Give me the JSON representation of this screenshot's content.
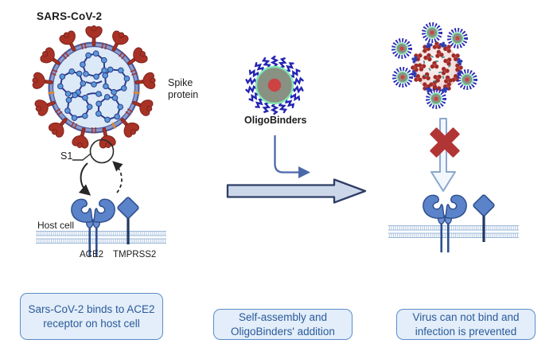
{
  "labels": {
    "virus_title": "SARS-CoV-2",
    "spike_protein": "Spike protein",
    "s1": "S1",
    "host_cell": "Host cell",
    "ace2": "ACE2",
    "tmprss2": "TMPRSS2",
    "oligobinders": "OligoBinders"
  },
  "captions": {
    "step1": "Sars-CoV-2 binds to ACE2 receptor on host cell",
    "step2": "Self-assembly and OligoBinders' addition",
    "step3": "Virus can not bind and infection is prevented"
  },
  "colors": {
    "spike_red": "#a93226",
    "virus_envelope_blue": "#47569b",
    "virus_interior": "#dce9f7",
    "rna_strand": "#2b3a8f",
    "rna_bead": "#5b9bd5",
    "receptor_blue": "#5b83c9",
    "receptor_outline": "#2e4f8e",
    "membrane_tick": "#b6cbe4",
    "oligo_spike_blue": "#2424b2",
    "oligo_core_gray": "#899183",
    "oligo_rim_green": "#82e7b1",
    "oligo_center_red": "#cc4343",
    "block_arrow_fill": "#cdd7ea",
    "block_arrow_border": "#2e3d66",
    "elbow_arrow_blue": "#4a69a8",
    "blocked_x_red": "#b23535",
    "caption_fill": "#e3eefa",
    "caption_border": "#5d8cc9",
    "caption_text": "#2a5a99"
  }
}
